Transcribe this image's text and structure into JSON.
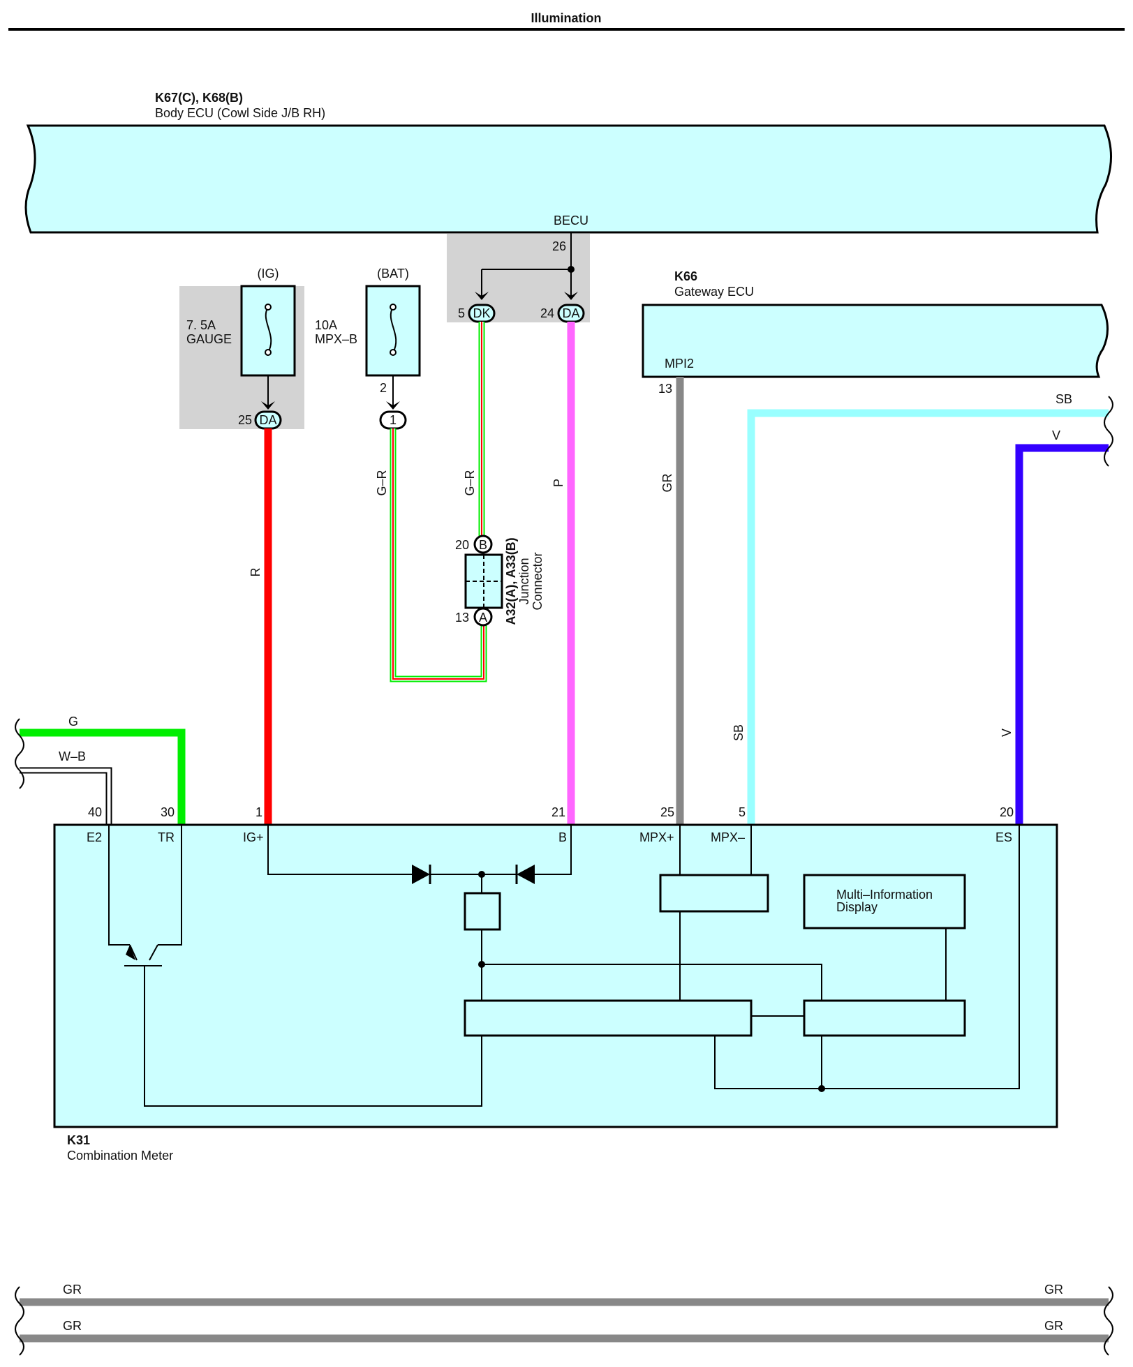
{
  "title": "Illumination",
  "colors": {
    "ecu_fill": "#ccffff",
    "gray_box": "#d3d3d3",
    "red": "#ff0000",
    "pink": "#ff66ff",
    "green": "#00ee00",
    "gray_wire": "#888888",
    "sky": "#99ffff",
    "violet": "#3300ff",
    "white": "#ffffff",
    "black": "#000000"
  },
  "body_ecu": {
    "id": "K67(C), K68(B)",
    "name": "Body ECU (Cowl Side J/B RH)",
    "terminal": "BECU",
    "pin": "26"
  },
  "gateway_ecu": {
    "id": "K66",
    "name": "Gateway ECU",
    "terminal": "MPI2",
    "pin": "13"
  },
  "fuse_ig": {
    "supply": "(IG)",
    "rating": "7. 5A",
    "name": "GAUGE",
    "pin": "25",
    "connector": "DA"
  },
  "fuse_bat": {
    "supply": "(BAT)",
    "rating": "10A",
    "name": "MPX–B",
    "pin": "2",
    "connector": "1"
  },
  "becu_pins": [
    {
      "pin": "5",
      "connector": "DK"
    },
    {
      "pin": "24",
      "connector": "DA"
    }
  ],
  "junction": {
    "id": "A32(A), A33(B)",
    "name_line1": "Junction",
    "name_line2": "Connector",
    "pin_top": "20",
    "conn_top": "B",
    "pin_bottom": "13",
    "conn_bottom": "A"
  },
  "wire_labels": {
    "r": "R",
    "gr1": "G–R",
    "gr2": "G–R",
    "p": "P",
    "gr": "GR",
    "sb_top": "SB",
    "v_top": "V",
    "sb_side": "SB",
    "v_side": "V",
    "g": "G",
    "wb": "W–B"
  },
  "meter": {
    "id": "K31",
    "name": "Combination Meter",
    "terminals": [
      {
        "pin": "40",
        "name": "E2"
      },
      {
        "pin": "30",
        "name": "TR"
      },
      {
        "pin": "1",
        "name": "IG+"
      },
      {
        "pin": "21",
        "name": "B"
      },
      {
        "pin": "25",
        "name": "MPX+"
      },
      {
        "pin": "5",
        "name": "MPX–"
      },
      {
        "pin": "20",
        "name": "ES"
      }
    ],
    "mid_line1": "Multi–Information",
    "mid_line2": "Display"
  },
  "bottom_wires": [
    {
      "left": "GR",
      "right": "GR"
    },
    {
      "left": "GR",
      "right": "GR"
    }
  ]
}
